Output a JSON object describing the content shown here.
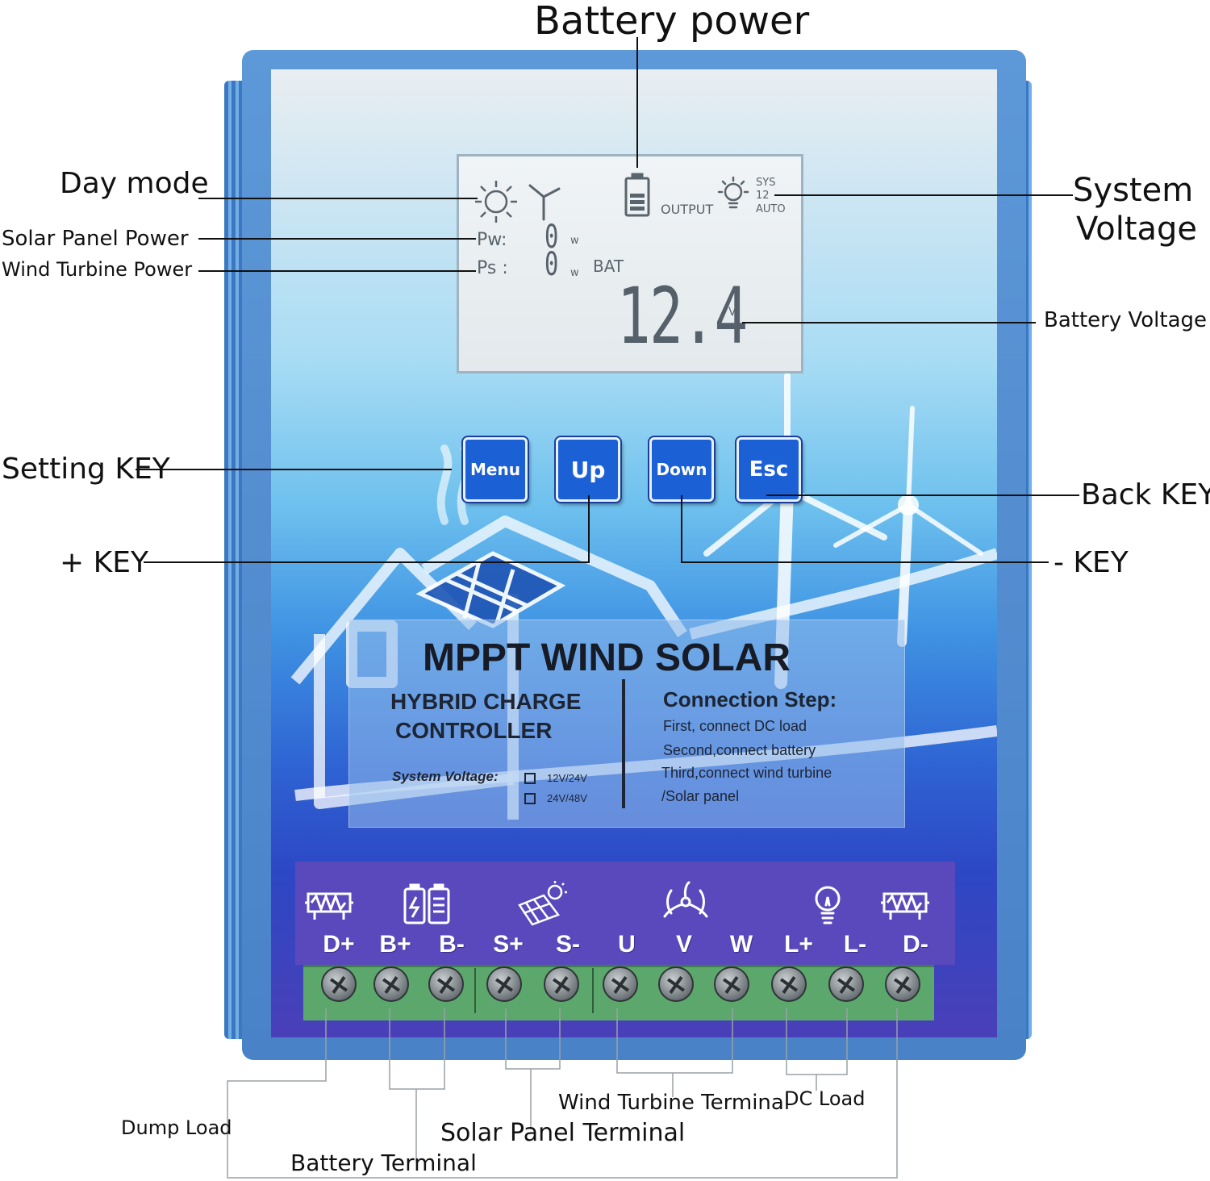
{
  "callouts": {
    "battery_power": "Battery power",
    "day_mode": "Day mode",
    "solar_panel_power": "Solar Panel Power",
    "wind_turbine_power": "Wind Turbine Power",
    "system_voltage_line1": "System",
    "system_voltage_line2": "Voltage",
    "battery_voltage": "Battery Voltage",
    "setting_key": "Setting KEY",
    "back_key": "Back KEY",
    "plus_key": "+ KEY",
    "minus_key": "- KEY",
    "dump_load": "Dump Load",
    "battery_terminal": "Battery Terminal",
    "solar_panel_terminal": "Solar Panel Terminal",
    "wind_turbine_terminal": "Wind Turbine Terminal",
    "dc_load": "DC Load"
  },
  "lcd": {
    "output": "OUTPUT",
    "sys": "SYS",
    "sys_value": "12",
    "auto": "AUTO",
    "pw_label": "Pw:",
    "pw_value": "0",
    "ps_label": "Ps :",
    "ps_value": "0",
    "unit_w": "w",
    "bat": "BAT",
    "battery_voltage": "12.4",
    "unit_v": "V"
  },
  "keys": {
    "menu": "Menu",
    "up": "Up",
    "down": "Down",
    "esc": "Esc"
  },
  "label": {
    "title": "MPPT WIND SOLAR",
    "subtitle_line1": "HYBRID CHARGE",
    "subtitle_line2": "CONTROLLER",
    "system_voltage": "System Voltage:",
    "option1": "12V/24V",
    "option2": "24V/48V",
    "connection_title": "Connection Step:",
    "step1": "First, connect DC load",
    "step2": "Second,connect battery",
    "step3": "Third,connect wind turbine",
    "step4": "/Solar panel"
  },
  "terminals": [
    "D+",
    "B+",
    "B-",
    "S+",
    "S-",
    "U",
    "V",
    "W",
    "L+",
    "L-",
    "D-"
  ],
  "icons": [
    "dump-load-icon",
    "battery-icon",
    "solar-panel-icon",
    "wind-turbine-icon",
    "light-bulb-icon",
    "dump-load-icon"
  ],
  "colors": {
    "key_blue": "#1c60d6",
    "strip_purple": "#5a49bd",
    "terminal_green": "#5ca86c",
    "casing_blue": "#4a82c8"
  }
}
